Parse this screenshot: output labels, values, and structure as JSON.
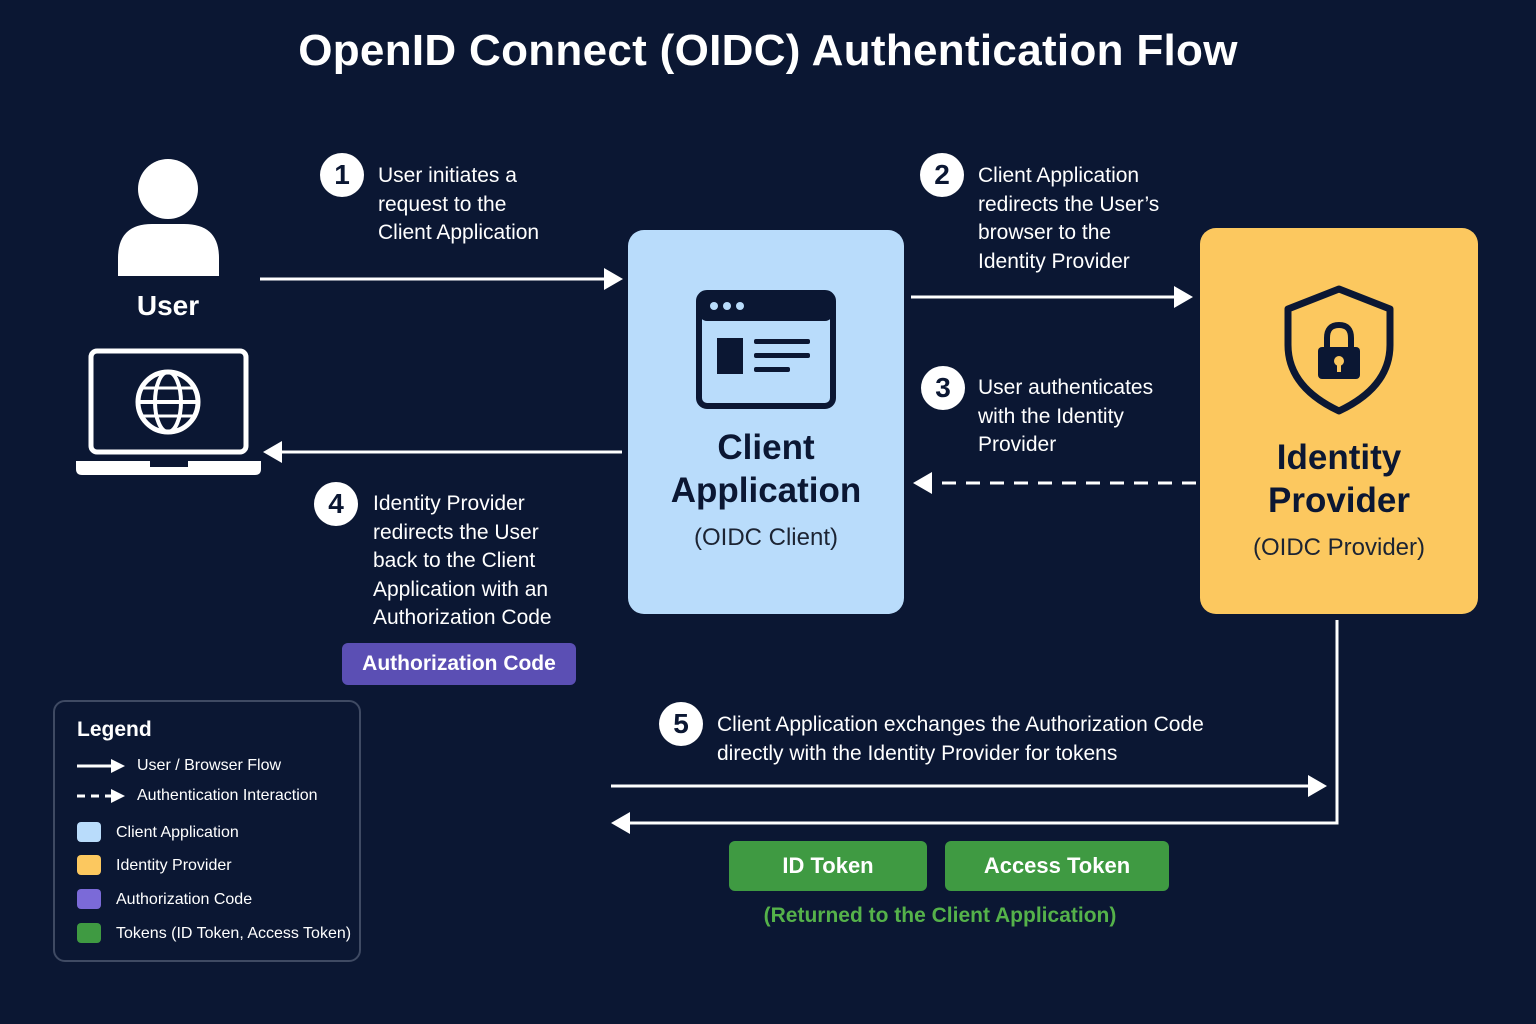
{
  "title": "OpenID Connect (OIDC) Authentication Flow",
  "user": {
    "label": "User"
  },
  "client": {
    "title_line1": "Client",
    "title_line2": "Application",
    "subtitle": "(OIDC Client)"
  },
  "idp": {
    "title_line1": "Identity",
    "title_line2": "Provider",
    "subtitle": "(OIDC Provider)"
  },
  "steps": [
    {
      "num": "1",
      "lines": [
        "User initiates a",
        "request to the",
        "Client Application"
      ]
    },
    {
      "num": "2",
      "lines": [
        "Client Application",
        "redirects the User’s",
        "browser to the",
        "Identity Provider"
      ]
    },
    {
      "num": "3",
      "lines": [
        "User authenticates",
        "with the Identity",
        "Provider"
      ]
    },
    {
      "num": "4",
      "lines": [
        "Identity Provider",
        "redirects the User",
        "back to the Client",
        "Application with an",
        "Authorization Code"
      ]
    },
    {
      "num": "5",
      "lines": [
        "Client Application exchanges the Authorization Code",
        "directly with the Identity Provider for tokens"
      ]
    }
  ],
  "auth_code_label": "Authorization Code",
  "tokens": {
    "id_token": "ID Token",
    "access_token": "Access Token",
    "returned_note": "(Returned to the Client Application)"
  },
  "legend": {
    "title": "Legend",
    "lines": [
      "User / Browser Flow",
      "Authentication Interaction"
    ],
    "swatches": [
      {
        "label": "Client Application",
        "color": "#b9dcfb"
      },
      {
        "label": "Identity Provider",
        "color": "#fcc85f"
      },
      {
        "label": "Authorization Code",
        "color": "#7b6ad8"
      },
      {
        "label": "Tokens (ID Token, Access Token)",
        "color": "#3f9a42"
      }
    ]
  },
  "colors": {
    "background": "#0b1733",
    "client": "#b9dcfb",
    "idp": "#fcc85f",
    "auth_code": "#5b4fb4",
    "token": "#3f9a42"
  }
}
